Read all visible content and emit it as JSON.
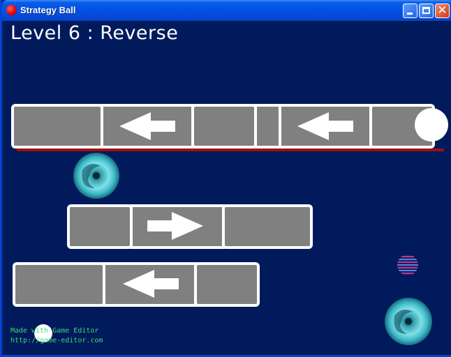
{
  "window": {
    "title": "Strategy Ball",
    "controls": [
      "minimize",
      "maximize",
      "close"
    ],
    "close_glyph": "✕"
  },
  "hud": {
    "level_title": "Level 6 : Reverse",
    "credit_line_1": "Made with Game Editor",
    "credit_line_2": "http://game-editor.com"
  },
  "colors": {
    "background": "#001a5c",
    "tile": "#808080",
    "tile_border": "#ffffff",
    "arrow": "#ffffff",
    "laser": "#a01010",
    "credits": "#3fd870"
  },
  "icons": {
    "arrow_left": "left-arrow-icon",
    "arrow_right": "right-arrow-icon",
    "swirl_portal": "swirl-portal-icon",
    "striped_ball": "striped-ball-icon",
    "player_ball": "white-ball-icon"
  }
}
